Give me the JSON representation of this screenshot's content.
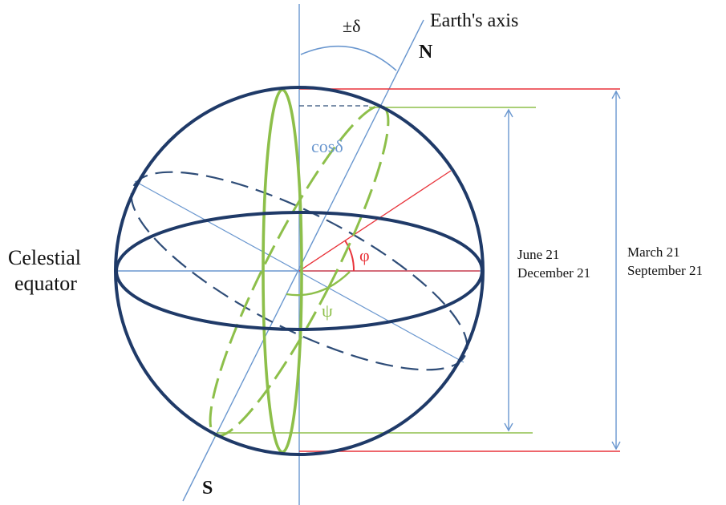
{
  "labels": {
    "earth_axis": "Earth's axis",
    "delta": "±δ",
    "north": "N",
    "south": "S",
    "cos_delta": "cosδ",
    "phi": "φ",
    "psi": "ψ",
    "celestial_line1": "Celestial",
    "celestial_line2": "equator",
    "june": "June 21",
    "december": "December 21",
    "march": "March 21",
    "september": "September 21"
  },
  "colors": {
    "sphere": "#1f3a68",
    "axis": "#5b8fd0",
    "red": "#e8333a",
    "green": "#8dbf4a",
    "dashed_navy": "#2f4d78",
    "arrow": "#6a97cf"
  }
}
